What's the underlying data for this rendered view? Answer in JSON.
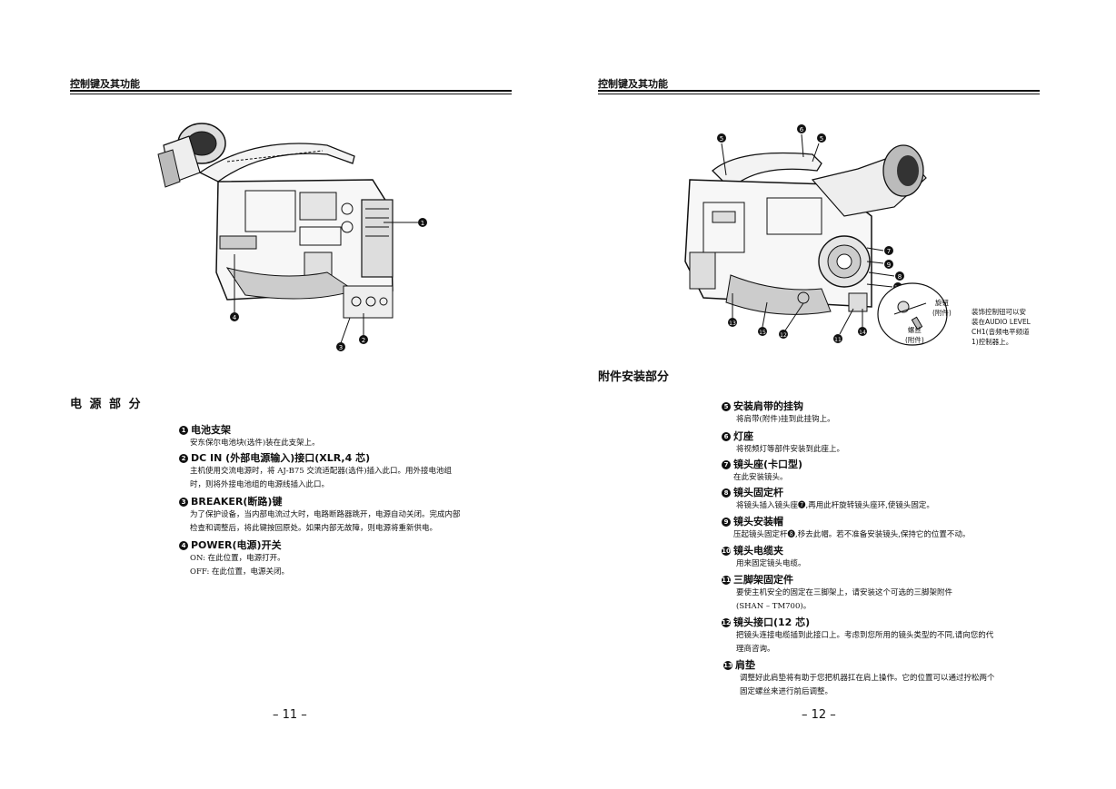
{
  "left": {
    "header": "控制键及其功能",
    "section_title": "电 源 部 分",
    "figure_labels": [
      "1",
      "2",
      "3",
      "4"
    ],
    "items": [
      {
        "num": "1",
        "title": "电池支架",
        "lines": [
          "安东保尔电池块(选件)装在此支架上。"
        ]
      },
      {
        "num": "2",
        "title": "DC IN (外部电源输入)接口(XLR,4 芯)",
        "lines": [
          "主机使用交流电源时，将 AJ-B75 交流适配器(选件)插入此口。用外接电池组",
          "时，则将外接电池组的电源线插入此口。"
        ]
      },
      {
        "num": "3",
        "title": "BREAKER(断路)键",
        "lines": [
          "为了保护设备，当内部电流过大时，电路断路器跳开，电源自动关闭。完成内部",
          "检查和调整后，将此键按回原处。如果内部无故障，则电源将重新供电。"
        ]
      },
      {
        "num": "4",
        "title": "POWER(电源)开关",
        "lines": [
          "ON:   在此位置，电源打开。",
          "OFF: 在此位置，电源关闭。"
        ]
      }
    ],
    "page_number": "– 11 –"
  },
  "right": {
    "header": "控制键及其功能",
    "section_title": "附件安装部分",
    "figure_labels": [
      "5",
      "6",
      "5",
      "7",
      "9",
      "8",
      "10",
      "13",
      "15",
      "12",
      "11",
      "14"
    ],
    "callout": {
      "knob_label": "旋钮",
      "knob_sub": "(附件)",
      "screw_label": "螺丝",
      "screw_sub": "(附件)",
      "note": [
        "装饰控制钮可以安",
        "装在AUDIO LEVEL",
        "CH1(音频电平频道",
        "1)控制器上。"
      ]
    },
    "items": [
      {
        "num": "5",
        "title": "安装肩带的挂钩",
        "lines": [
          "将肩带(附件)挂到此挂钩上。"
        ]
      },
      {
        "num": "6",
        "title": "灯座",
        "lines": [
          "将视频灯等部件安装到此座上。"
        ]
      },
      {
        "num": "7",
        "title": "镜头座(卡口型)",
        "lines": [
          "在此安装镜头。"
        ]
      },
      {
        "num": "8",
        "title": "镜头固定杆",
        "lines": [
          "将镜头插入镜头座❼,再用此杆旋转镜头座环,使镜头固定。"
        ]
      },
      {
        "num": "9",
        "title": "镜头安装帽",
        "lines": [
          "压起镜头固定杆❽,移去此帽。若不准备安装镜头,保持它的位置不动。"
        ]
      },
      {
        "num": "10",
        "title": "镜头电缆夹",
        "lines": [
          "用来固定镜头电缆。"
        ]
      },
      {
        "num": "11",
        "title": "三脚架固定件",
        "lines": [
          "要使主机安全的固定在三脚架上，请安装这个可选的三脚架附件",
          "(SHAN – TM700)。"
        ]
      },
      {
        "num": "12",
        "title": "镜头接口(12 芯)",
        "lines": [
          "把镜头连接电缆插到此接口上。考虑到您所用的镜头类型的不同,请向您的代",
          "理商咨询。"
        ]
      },
      {
        "num": "13",
        "title": "肩垫",
        "lines": [
          "调整好此肩垫将有助于您把机器扛在肩上操作。它的位置可以通过拧松两个",
          "固定螺丝来进行前后调整。"
        ]
      }
    ],
    "page_number": "– 12 –"
  }
}
